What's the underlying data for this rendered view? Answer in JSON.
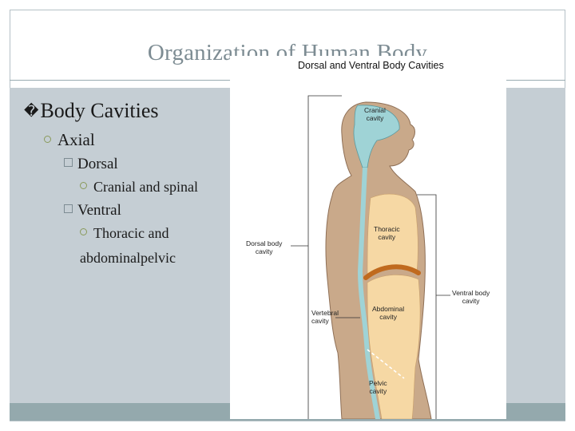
{
  "slide": {
    "title": "Organization of Human Body"
  },
  "bullets": {
    "level1": {
      "marker": "�",
      "text": "Body Cavities"
    },
    "level2": {
      "text": "Axial"
    },
    "dorsal": {
      "text": "Dorsal"
    },
    "dorsal_sub": {
      "text": "Cranial and spinal"
    },
    "ventral": {
      "text": "Ventral"
    },
    "ventral_sub_line1": {
      "text": "Thoracic and"
    },
    "ventral_sub_line2": {
      "text": "abdominalpelvic"
    }
  },
  "figure": {
    "title": "Dorsal and Ventral Body Cavities",
    "labels": {
      "cranial": [
        "Cranial",
        "cavity"
      ],
      "thoracic": [
        "Thoracic",
        "cavity"
      ],
      "dorsal_body": [
        "Dorsal body",
        "cavity"
      ],
      "ventral_body": [
        "Ventral body",
        "cavity"
      ],
      "vertebral": [
        "Vertebral",
        "cavity"
      ],
      "abdominal": [
        "Abdominal",
        "cavity"
      ],
      "pelvic": [
        "Pelvic",
        "cavity"
      ]
    },
    "colors": {
      "skin": "#c9a98a",
      "cranial_fill": "#9fd3d6",
      "ventral_fill": "#f6d8a4",
      "diaphragm": "#c06a1e",
      "line": "#333333"
    }
  },
  "theme": {
    "title_color": "#7d8c93",
    "content_bg": "#c5ced4",
    "bottom_bar": "#94a9ad",
    "bullet_ring": "#8a9a5b"
  }
}
